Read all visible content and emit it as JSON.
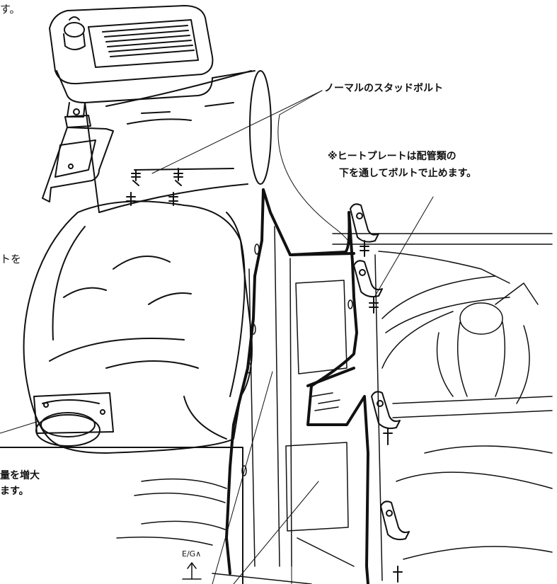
{
  "labels": {
    "top_left_fragment": "す。",
    "stud_bolt": "ノーマルのスタッドボルト",
    "heat_plate_note_line1": "※ヒートプレートは配管類の",
    "heat_plate_note_line2": "下を通してボルトで止めます。",
    "left_fragment": "トを",
    "box_line1": "量を増大",
    "box_line2": "ます。",
    "engine_direction": "E/G∧"
  },
  "colors": {
    "line": "#111111",
    "background": "#ffffff"
  },
  "icons": {
    "engine_arrow": "up-arrow-icon"
  }
}
